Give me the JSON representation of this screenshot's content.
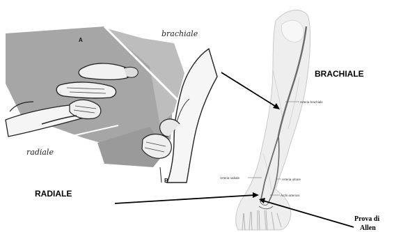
{
  "labels": {
    "brachiale_main": "BRACHIALE",
    "radiale_main": "RADIALE",
    "prova_line1": "Prova di",
    "prova_line2": "Allen"
  },
  "sketch": {
    "brachiale_script": "brachiale",
    "radiale_script": "radiale",
    "letter_a": "A",
    "letter_b": "B"
  },
  "anatomy": {
    "arteria_brachiale": "Arteria brachiale",
    "arteria_radiale": "Arteria radiale",
    "arteria_ulnare": "Arteria ulnare",
    "archi_arteriosi": "Archi arteriosi"
  },
  "colors": {
    "artery": "#6b6b6b",
    "sketch_gray": "#9e9e9e",
    "ink": "#000000"
  }
}
